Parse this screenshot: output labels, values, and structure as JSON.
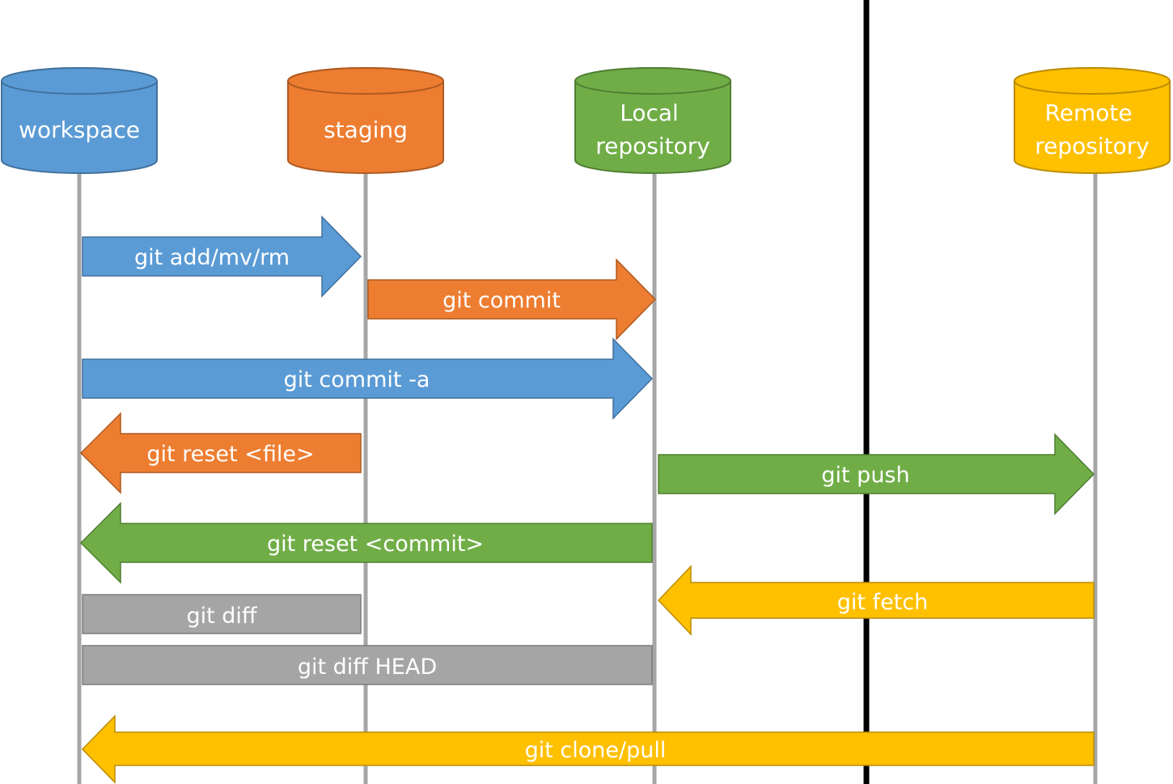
{
  "colors": {
    "blue": "#5B9BD5",
    "blue_stroke": "#41719C",
    "orange": "#ED7D31",
    "orange_stroke": "#AE5A21",
    "green": "#70AD47",
    "green_stroke": "#507E32",
    "yellow": "#FFC000",
    "yellow_stroke": "#BC8C00",
    "gray": "#A5A5A5",
    "gray_stroke": "#7C7C7C",
    "lifeline": "#A6A6A6",
    "divider": "#000000"
  },
  "nodes": {
    "workspace": {
      "lines": [
        "workspace"
      ],
      "color": "blue"
    },
    "staging": {
      "lines": [
        "staging"
      ],
      "color": "orange"
    },
    "local": {
      "lines": [
        "Local",
        "repository"
      ],
      "color": "green"
    },
    "remote": {
      "lines": [
        "Remote",
        "repository"
      ],
      "color": "yellow"
    }
  },
  "commands": [
    {
      "label": "git add/mv/rm",
      "from": "workspace",
      "to": "staging",
      "color": "blue"
    },
    {
      "label": "git commit",
      "from": "staging",
      "to": "local",
      "color": "orange"
    },
    {
      "label": "git commit -a",
      "from": "workspace",
      "to": "local",
      "color": "blue"
    },
    {
      "label": "git reset <file>",
      "from": "staging",
      "to": "workspace",
      "color": "orange"
    },
    {
      "label": "git push",
      "from": "local",
      "to": "remote",
      "color": "green"
    },
    {
      "label": "git reset <commit>",
      "from": "local",
      "to": "workspace",
      "color": "green"
    },
    {
      "label": "git fetch",
      "from": "remote",
      "to": "local",
      "color": "yellow"
    },
    {
      "label": "git diff",
      "from": "workspace",
      "to": "staging",
      "color": "gray"
    },
    {
      "label": "git diff HEAD",
      "from": "workspace",
      "to": "local",
      "color": "gray"
    },
    {
      "label": "git clone/pull",
      "from": "remote",
      "to": "workspace",
      "color": "yellow"
    }
  ]
}
